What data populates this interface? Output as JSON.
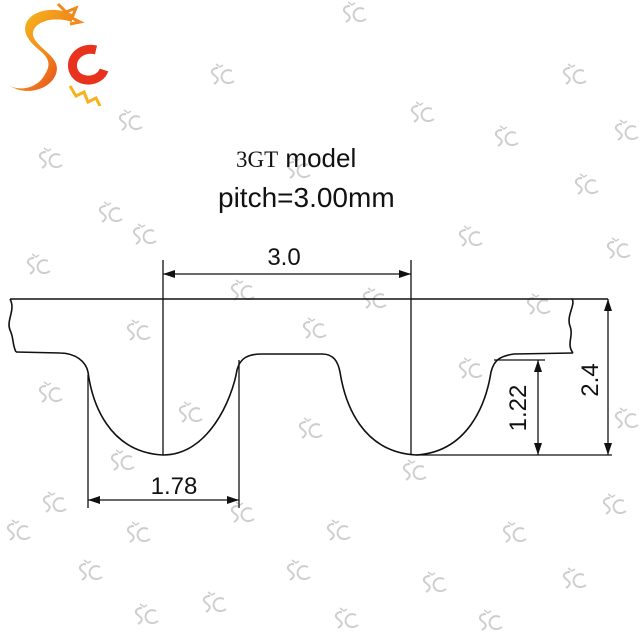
{
  "brand": {
    "logo_text": "SC",
    "watermark_text": "SC"
  },
  "heading": {
    "model_code": "3GT",
    "model_word": "model",
    "pitch": "pitch=3.00mm"
  },
  "dimensions": {
    "pitch": "3.0",
    "tooth_width": "1.78",
    "tooth_height": "1.22",
    "belt_height": "2.4"
  },
  "colors": {
    "line": "#111111",
    "watermark": "#c9c9c9",
    "logo_red": "#e8321e",
    "logo_yellow": "#f7b21b"
  }
}
